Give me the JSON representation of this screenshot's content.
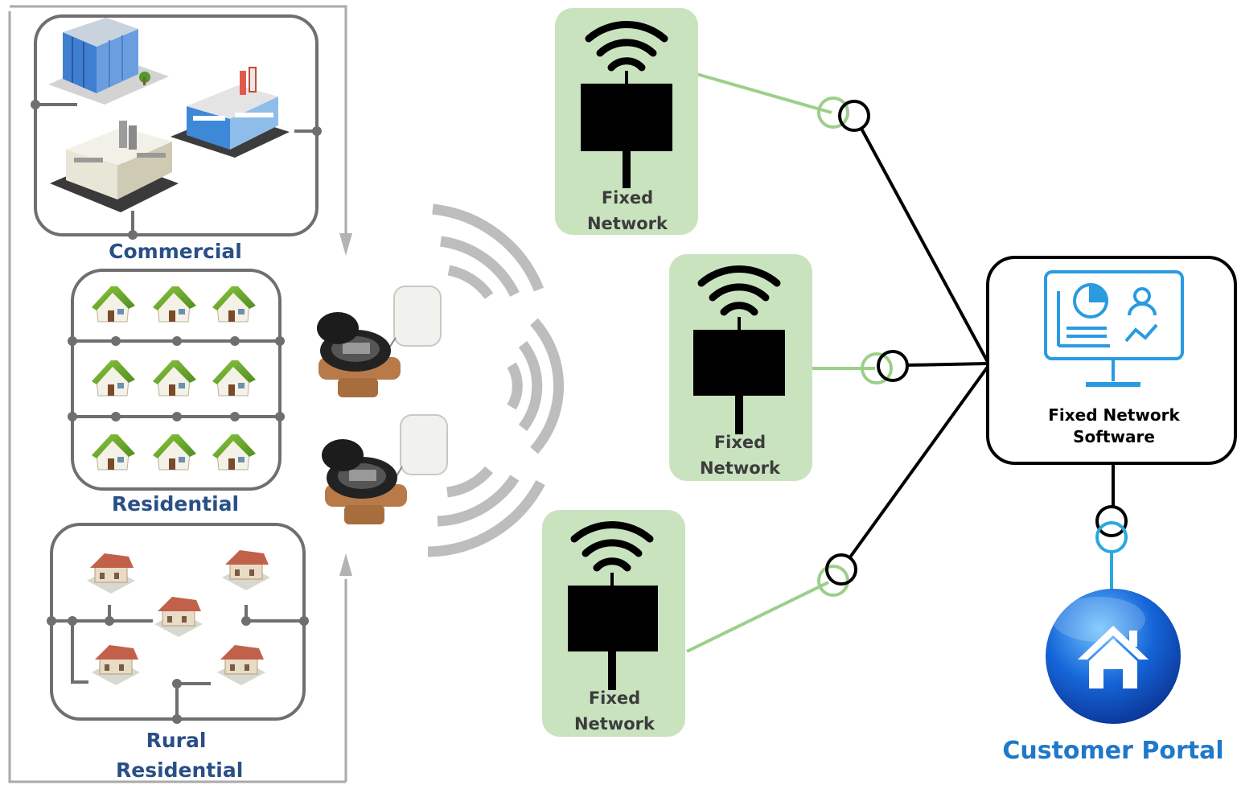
{
  "segments": {
    "commercial": "Commercial",
    "residential": "Residential",
    "rural": "Rural Residential"
  },
  "gateways": [
    {
      "label": "Fixed Network"
    },
    {
      "label": "Fixed Network"
    },
    {
      "label": "Fixed Network"
    }
  ],
  "software": {
    "label": "Fixed Network Software"
  },
  "portal": {
    "label": "Customer Portal"
  },
  "colors": {
    "gateway_bg": "#c9e3bf",
    "link_green": "#9ccf8a",
    "link_black": "#000000",
    "portal_blue": "#1f78c8",
    "segment_title": "#2a4f86",
    "panel_gray": "#9a9a9a",
    "signal_gray": "#bdbdbd"
  },
  "icons": [
    "office-building-icon",
    "factory-icon",
    "house-icon",
    "cottage-icon",
    "water-meter-icon",
    "radio-transmitter-icon",
    "wifi-icon",
    "gateway-device-icon",
    "monitor-dashboard-icon",
    "home-button-icon"
  ]
}
